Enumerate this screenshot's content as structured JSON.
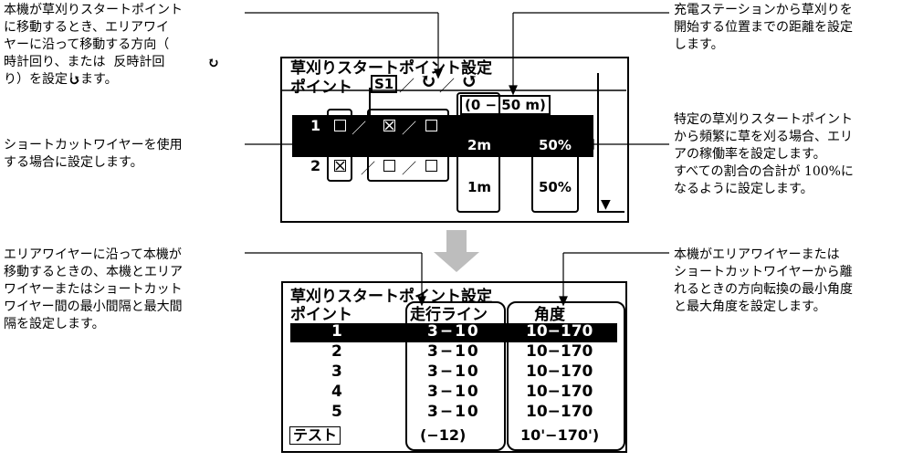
{
  "annotations": {
    "top_left": "本機が草刈りスタートポイント\nに移動するとき、エリアワイ\nヤーに沿って移動する方向（\n時計回り、または  反時計回\nり）を設定します。",
    "mid_left": "ショートカットワイヤーを使用\nする場合に設定します。",
    "top_right": "充電ステーションから草刈りを\n開始する位置までの距離を設定\nします。",
    "mid_right": "特定の草刈りスタートポイント\nから頻繁に草を刈る場合、エリ\nアの稼働率を設定します。\nすべての割合の合計が 100%に\nなるように設定します。",
    "bottom_left": "エリアワイヤーに沿って本機が\n移動するときの、本機とエリア\nワイヤーまたはショートカット\nワイヤー間の最小間隔と最大間\n隔を設定します。",
    "bottom_right": "本機がエリアワイヤーまたは\nショートカットワイヤーから離\nれるときの方向転換の最小角度\nと最大角度を設定します。"
  },
  "screen1": {
    "title": "草刈りスタートポイント設定",
    "point_label": "ポイント",
    "s1": "S1",
    "slash1": "／",
    "slash2": "／",
    "range": "(0 − 50 m)",
    "rows": [
      {
        "num": "1",
        "distance": "2m",
        "percent": "50%"
      },
      {
        "num": "2",
        "distance": "1m",
        "percent": "50%"
      }
    ],
    "scroll_arrow": "▼"
  },
  "screen2": {
    "title": "草刈りスタートポイント設定",
    "col_point": "ポイント",
    "col_line": "走行ライン",
    "col_angle": "角度",
    "rows": [
      {
        "num": "1",
        "line": "3−10",
        "angle": "10−170"
      },
      {
        "num": "2",
        "line": "3−10",
        "angle": "10−170"
      },
      {
        "num": "3",
        "line": "3−10",
        "angle": "10−170"
      },
      {
        "num": "4",
        "line": "3−10",
        "angle": "10−170"
      },
      {
        "num": "5",
        "line": "3−10",
        "angle": "10−170"
      }
    ],
    "test": "テスト",
    "line_range": "(−12)",
    "angle_range": "10'−170')"
  },
  "colors": {
    "ink": "#000000",
    "arrow_gray": "#bdbdbd"
  }
}
